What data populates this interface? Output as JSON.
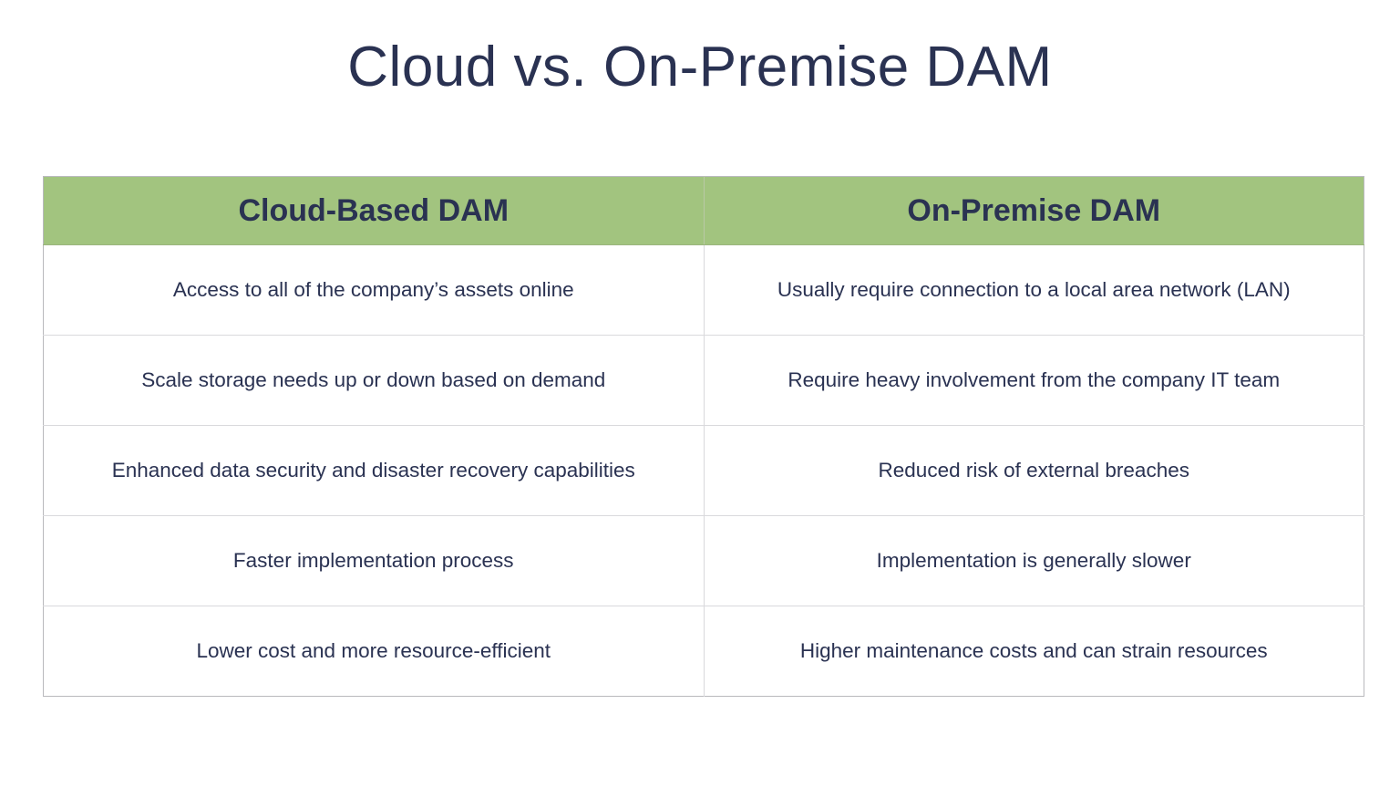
{
  "page": {
    "title": "Cloud vs. On-Premise DAM"
  },
  "table": {
    "headers": [
      "Cloud-Based DAM",
      "On-Premise DAM"
    ],
    "rows": [
      [
        "Access to all of the company’s assets online",
        "Usually require connection to a local area network (LAN)"
      ],
      [
        "Scale storage needs up or down based on demand",
        "Require heavy involvement from the company IT team"
      ],
      [
        "Enhanced data security and disaster recovery capabilities",
        "Reduced risk of external breaches"
      ],
      [
        "Faster implementation process",
        "Implementation is generally slower"
      ],
      [
        "Lower cost and more resource-efficient",
        "Higher maintenance costs and can strain resources"
      ]
    ]
  },
  "colors": {
    "header_bg": "#a2c47f",
    "text": "#2a3252",
    "border": "#d9d9dc"
  }
}
